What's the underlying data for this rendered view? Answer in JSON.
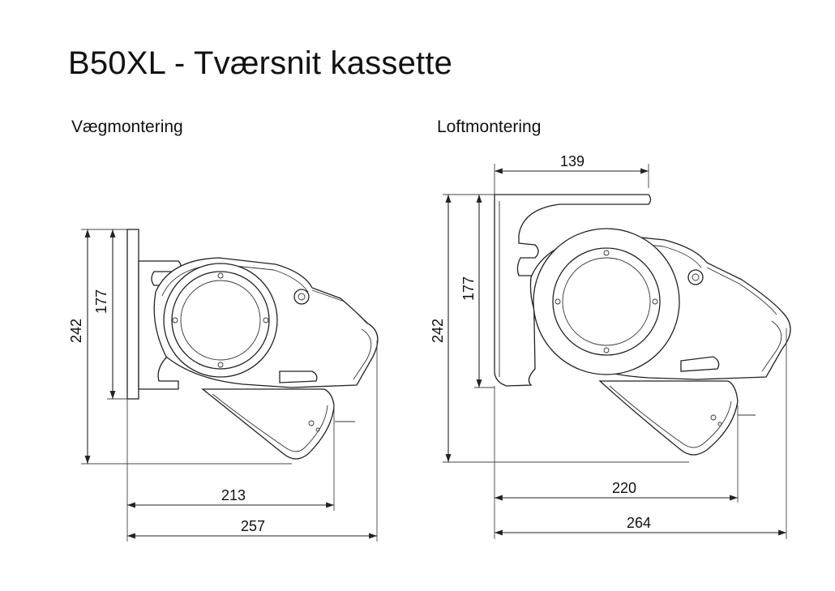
{
  "title": "B50XL - Tværsnit kassette",
  "views": [
    {
      "name": "Vægmontering",
      "dimensions": {
        "height_total": "242",
        "height_inner": "177",
        "width_inner": "213",
        "width_total": "257"
      }
    },
    {
      "name": "Loftmontering",
      "dimensions": {
        "top_width": "139",
        "height_total": "242",
        "height_inner": "177",
        "width_inner": "220",
        "width_total": "264"
      }
    }
  ]
}
